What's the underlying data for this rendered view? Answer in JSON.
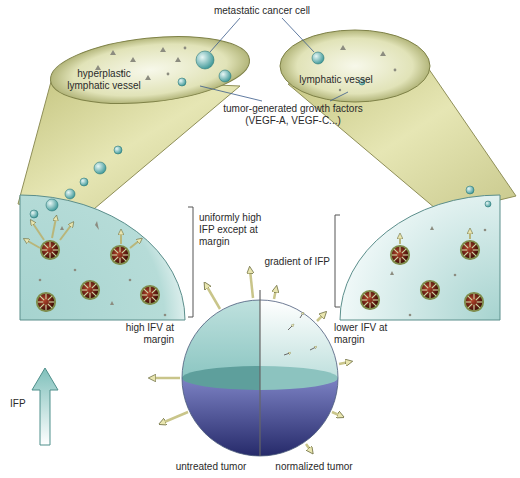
{
  "diagram": {
    "labels": [
      "metastatic cancer cell",
      "hyperplastic lymphatic vessel",
      "lymphatic vessel",
      "tumor-generated growth factors (VEGF-A, VEGF-C...)",
      "uniformly high IFP except at margin",
      "gradient of IFP",
      "high IFV at margin",
      "lower IFV at margin",
      "IFP",
      "untreated tumor",
      "normalized tumor"
    ]
  }
}
